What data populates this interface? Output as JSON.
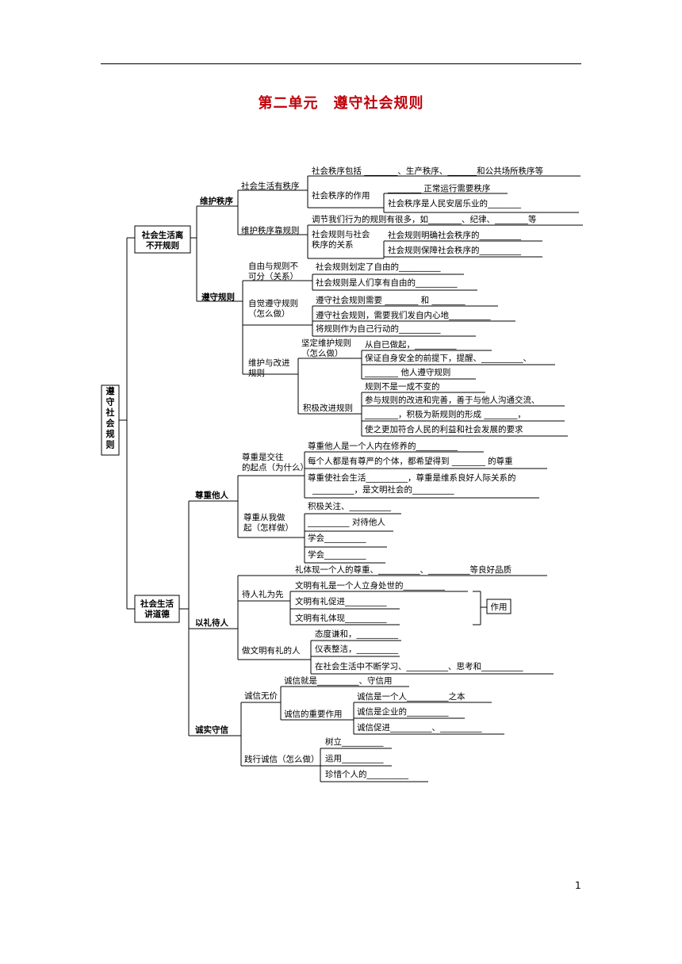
{
  "header": {
    "title": "第二单元　遵守社会规则"
  },
  "page_number": "1",
  "mindmap": {
    "root": "遵守社会规则",
    "branches": {
      "life": {
        "label": "社会生活离不开规则",
        "order": {
          "label": "维护秩序",
          "social_life_order": "社会生活有秩序",
          "order_includes": "社会秩序包括 ________、生产秩序、_______和公共场所秩序等",
          "order_role": "社会秩序的作用",
          "role_normal": "________ 正常运行需要秩序",
          "role_peace": "社会秩序是人民安居乐业的________",
          "maintain_by_rules": "维护秩序靠规则",
          "rules_many": "调节我们行为的规则有很多，如________、纪律、________等",
          "rules_relation": "社会规则与社会秩序的关系",
          "rules_define": "社会规则明确社会秩序的__________",
          "rules_guarantee": "社会规则保障社会秩序的__________"
        },
        "obey": {
          "label": "遵守规则",
          "freedom": "自由与规则不可分（关系）",
          "freedom_1": "社会规则划定了自由的__________",
          "freedom_2": "社会规则是人们享有自由的__________",
          "conscious": "自觉遵守规则（怎么做）",
          "conscious_1": "遵守社会规则需要 ________ 和 ________",
          "conscious_2": "遵守社会规则，需要我们发自内心地__________",
          "conscious_3": "将规则作为自己行动的__________",
          "maintain_reform": "维护与改进规则",
          "firm": "坚定维护规则（怎么做）",
          "firm_1": "从自已做起，__________",
          "firm_2": "保证自身安全的前提下，提醒、__________、",
          "firm_3": "________ 他人遵守规则",
          "active": "积极改进规则",
          "active_1": "规则不是一成不变的",
          "active_2": "参与规则的改进和完善，善于与他人沟通交流、",
          "active_3": "________，积极为新规则的形成 ________，",
          "active_4": "使之更加符合人民的利益和社会发展的要求"
        }
      },
      "morality": {
        "label": "社会生活讲道德",
        "respect": {
          "label": "尊重他人",
          "why": "尊重是交往的起点（为什么）",
          "why_1": "尊重他人是一个人内在修养的__________",
          "why_2": "每个人都是有尊严的个体，都希望得到 ________ 的尊重",
          "why_3": "尊重使社会生活__________，尊重是维系良好人际关系的",
          "why_4": "__________，是文明社会的__________",
          "how": "尊重从我做起（怎样做）",
          "how_1": "积极关注、__________",
          "how_2": "__________ 对待他人",
          "how_3": "学会__________",
          "how_4": "学会__________"
        },
        "courtesy": {
          "label": "以礼待人",
          "top": "礼体现一个人的尊重、__________、__________等良好品质",
          "first": "待人礼为先",
          "first_1": "文明有礼是一个人立身处世的__________",
          "first_2": "文明有礼促进__________",
          "first_3": "文明有礼体现__________",
          "effect": "作用",
          "be": "做文明有礼的人",
          "be_1": "态度谦和，__________",
          "be_2": "仪表整洁，__________",
          "be_3": "在社会生活中不断学习、__________、思考和__________"
        },
        "honesty": {
          "label": "诚实守信",
          "value": "诚信无价",
          "value_1": "诚信就是__________、守信用",
          "importance": "诚信的重要作用",
          "imp_1": "诚信是一个人__________之本",
          "imp_2": "诚信是企业的__________",
          "imp_3": "诚信促进__________、__________",
          "practice": "践行诚信（怎么做）",
          "prac_1": "树立__________",
          "prac_2": "运用__________",
          "prac_3": "珍惜个人的__________"
        }
      }
    }
  }
}
